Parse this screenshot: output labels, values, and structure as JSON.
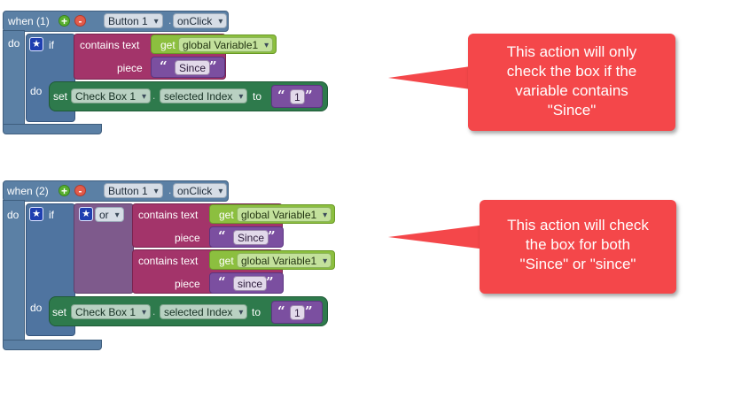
{
  "block1": {
    "when": "when (1)",
    "component": "Button 1",
    "event": "onClick",
    "do": "do",
    "if": "if",
    "contains": "contains text",
    "get": "get",
    "variable": "global Variable1",
    "piece": "piece",
    "piece_value": "Since",
    "inner_do": "do",
    "set": "set",
    "target": "Check Box 1",
    "property": "selected Index",
    "to": "to",
    "value": "1"
  },
  "block2": {
    "when": "when (2)",
    "component": "Button 1",
    "event": "onClick",
    "do": "do",
    "if": "if",
    "or": "or",
    "contains1": "contains text",
    "get1": "get",
    "variable1": "global Variable1",
    "piece1": "piece",
    "piece1_value": "Since",
    "contains2": "contains text",
    "get2": "get",
    "variable2": "global Variable1",
    "piece2": "piece",
    "piece2_value": "since",
    "inner_do": "do",
    "set": "set",
    "target": "Check Box 1",
    "property": "selected Index",
    "to": "to",
    "value": "1"
  },
  "callout1": {
    "lines": [
      "This action will only",
      "check the box if the",
      "variable contains",
      "\"Since\""
    ]
  },
  "callout2": {
    "lines": [
      "This action will check",
      "the box for both",
      "\"Since\" or \"since\""
    ]
  },
  "symbols": {
    "plus": "+",
    "minus": "-",
    "star": "★",
    "open_quote": "“",
    "close_quote": "”",
    "dot": "."
  },
  "colors": {
    "event_block": "#5b80a5",
    "control_block": "#4f74a0",
    "text_block": "#a3346a",
    "variable_block": "#8cbf3f",
    "string_block": "#7b4fa0",
    "set_block": "#2e7a4c",
    "callout": "#f4474a"
  }
}
